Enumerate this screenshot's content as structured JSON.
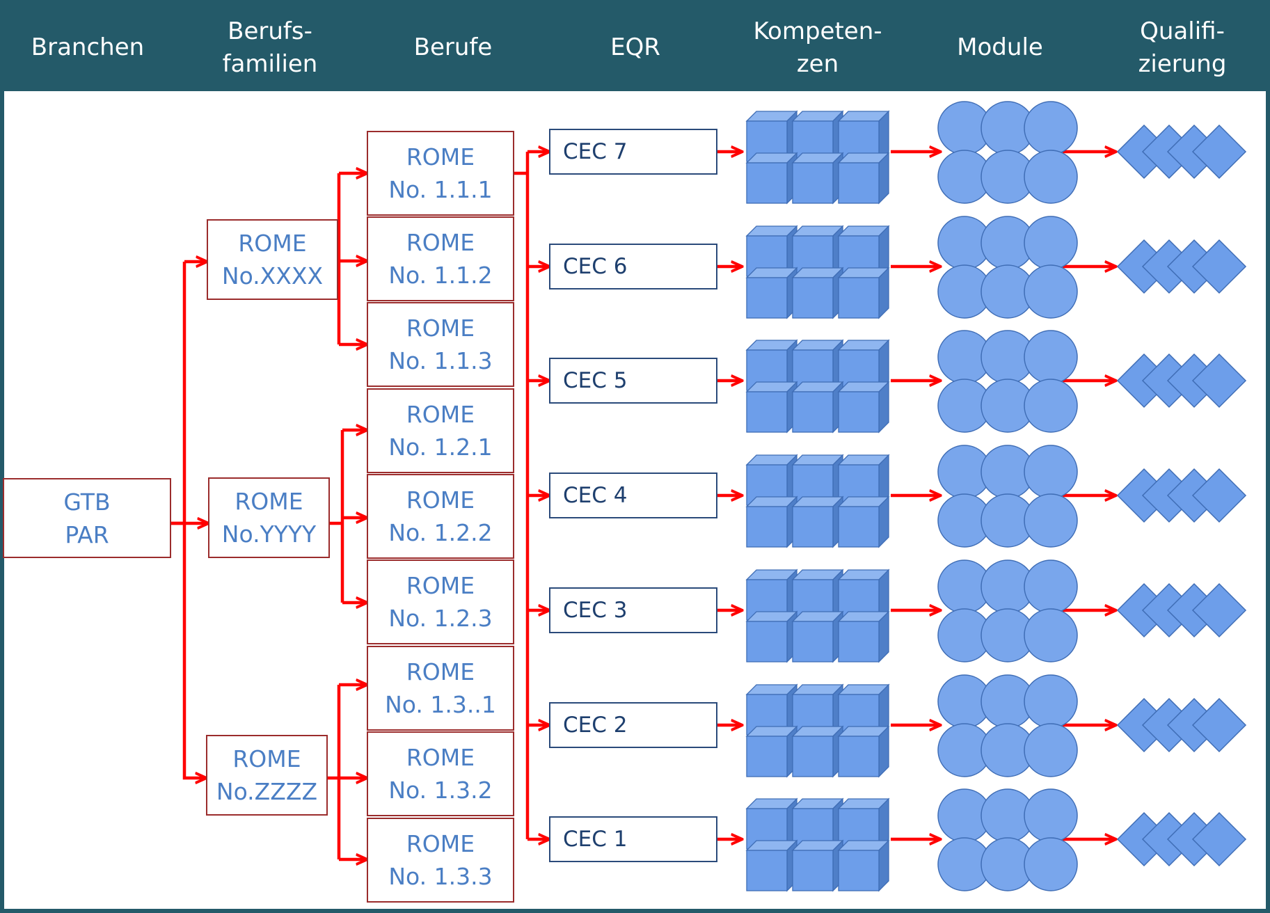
{
  "header": [
    "Branchen",
    "Berufs-\nfamilien",
    "Berufe",
    "EQR",
    "Kompeten-\nzen",
    "Module",
    "Qualifi-\nzierung"
  ],
  "root": "GTB\nPAR",
  "families": [
    "ROME\nNo.XXXX",
    "ROME\nNo.YYYY",
    "ROME\nNo.ZZZZ"
  ],
  "occupations": [
    "ROME\nNo. 1.1.1",
    "ROME\nNo. 1.1.2",
    "ROME\nNo. 1.1.3",
    "ROME\nNo. 1.2.1",
    "ROME\nNo. 1.2.2",
    "ROME\nNo. 1.2.3",
    "ROME\nNo. 1.3..1",
    "ROME\nNo. 1.3.2",
    "ROME\nNo. 1.3.3"
  ],
  "cec_levels": [
    "CEC 7",
    "CEC 6",
    "CEC 5",
    "CEC 4",
    "CEC 3",
    "CEC 2",
    "CEC 1"
  ],
  "colors": {
    "background": "#245a69",
    "arrow": "#ff0000",
    "box_border": "#9b2c2c",
    "shape_fill": "#6d9eea",
    "text_blue": "#4a7ec4"
  }
}
